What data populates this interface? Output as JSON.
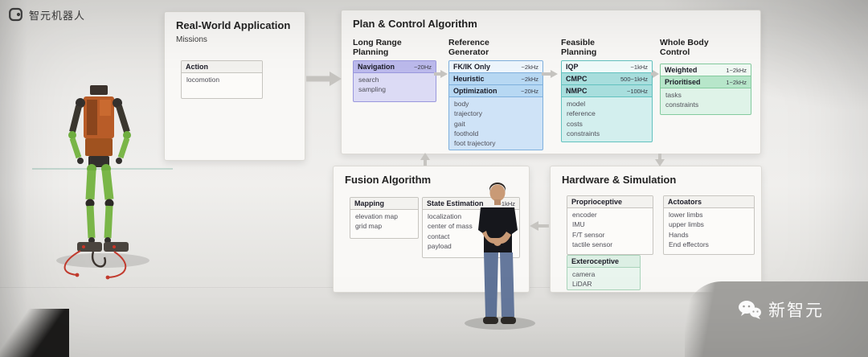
{
  "brand": {
    "name": "智元机器人"
  },
  "watermark": {
    "name": "新智元"
  },
  "colors": {
    "purple-border": "#9a98dd",
    "purple-header": "#bcbaec",
    "purple-body": "#dcdbf5",
    "blue-border": "#7fb0dd",
    "blue-header": "#b7d8f3",
    "blue-light": "#eef6fd",
    "blue-body": "#cfe3f7",
    "teal-border": "#62c1bf",
    "teal-header": "#a8dedd",
    "teal-light": "#f0fbfa",
    "teal-body": "#d3efee",
    "green-border": "#85cb9f",
    "green-header": "#b7e6ca",
    "green-light": "#f1faf4",
    "green-body": "#dff3e8",
    "arrow": "#c6c4c0"
  },
  "real_world": {
    "title": "Real-World Application",
    "subtitle": "Missions",
    "action": {
      "title": "Action",
      "items": [
        "locomotion"
      ]
    }
  },
  "plan": {
    "title": "Plan & Control Algorithm",
    "col1": {
      "heading": "Long Range Planning",
      "nav": {
        "title": "Navigation",
        "rate": "~20Hz",
        "items": [
          "search",
          "sampling"
        ]
      }
    },
    "col2": {
      "heading": "Reference Generator",
      "fkik": {
        "title": "FK/IK Only",
        "rate": "~2kHz"
      },
      "heuristic": {
        "title": "Heuristic",
        "rate": "~2kHz"
      },
      "optimization": {
        "title": "Optimization",
        "rate": "~20Hz",
        "items": [
          "body",
          "trajectory",
          "gait",
          "foothold",
          "foot trajectory"
        ]
      }
    },
    "col3": {
      "heading": "Feasible Planning",
      "iqp": {
        "title": "IQP",
        "rate": "~1kHz"
      },
      "cmpc": {
        "title": "CMPC",
        "rate": "500~1kHz"
      },
      "nmpc": {
        "title": "NMPC",
        "rate": "~100Hz",
        "items": [
          "model",
          "reference",
          "costs",
          "constraints"
        ]
      }
    },
    "col4": {
      "heading": "Whole Body Control",
      "weighted": {
        "title": "Weighted",
        "rate": "1~2kHz"
      },
      "prioritised": {
        "title": "Prioritised",
        "rate": "1~2kHz",
        "items": [
          "tasks",
          "constraints"
        ]
      }
    }
  },
  "fusion": {
    "title": "Fusion Algorithm",
    "mapping": {
      "title": "Mapping",
      "items": [
        "elevation map",
        "grid map"
      ]
    },
    "state_estimation": {
      "title": "State Estimation",
      "rate": "~1kHz",
      "items": [
        "localization",
        "center of mass",
        "contact",
        "payload"
      ]
    }
  },
  "hardware": {
    "title": "Hardware & Simulation",
    "proprioceptive": {
      "title": "Proprioceptive",
      "items": [
        "encoder",
        "IMU",
        "F/T sensor",
        "tactile sensor"
      ]
    },
    "actuators": {
      "title": "Actoators",
      "items": [
        "lower limbs",
        "upper limbs",
        "Hands",
        "End effectors"
      ]
    },
    "exteroceptive": {
      "title": "Exteroceptive",
      "items": [
        "camera",
        "LiDAR"
      ]
    }
  }
}
